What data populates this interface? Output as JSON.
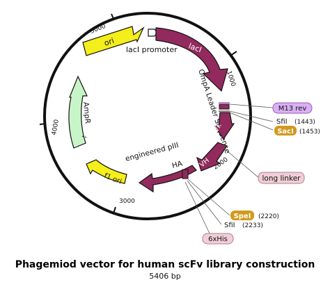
{
  "plasmid": {
    "title": "Phagemiod vector for human scFv library construction",
    "size_label": "5406 bp",
    "ticks": [
      "1000",
      "2000",
      "3000",
      "4000",
      "5000"
    ]
  },
  "features": {
    "ori": "ori",
    "laci_promoter": "lacI promoter",
    "laci": "lacI",
    "ompa": "OmpA Leader Sequence",
    "vk": "Vκ",
    "vh": "VH",
    "engineered_piii": "engineered pIII",
    "ha": "HA",
    "f1_ori": "f1 ori",
    "ampr": "AmpR"
  },
  "callouts": {
    "m13_rev": "M13 rev",
    "sfi1_a": "SfiI",
    "sfi1_a_pos": "(1443)",
    "saci": "SacI",
    "saci_pos": "(1453)",
    "long_linker": "long linker",
    "spei": "SpeI",
    "spei_pos": "(2220)",
    "sfi1_b": "SfiI",
    "sfi1_b_pos": "(2233)",
    "his6": "6xHis"
  },
  "colors": {
    "backbone": "#111111",
    "ori": "#f4ee1b",
    "laci": "#922a5e",
    "ampr": "#c8f5c8",
    "primer": "#dab0f3",
    "restriction": "#d29a1c",
    "tag": "#f0cfd8",
    "promoter": "#ffffff"
  }
}
